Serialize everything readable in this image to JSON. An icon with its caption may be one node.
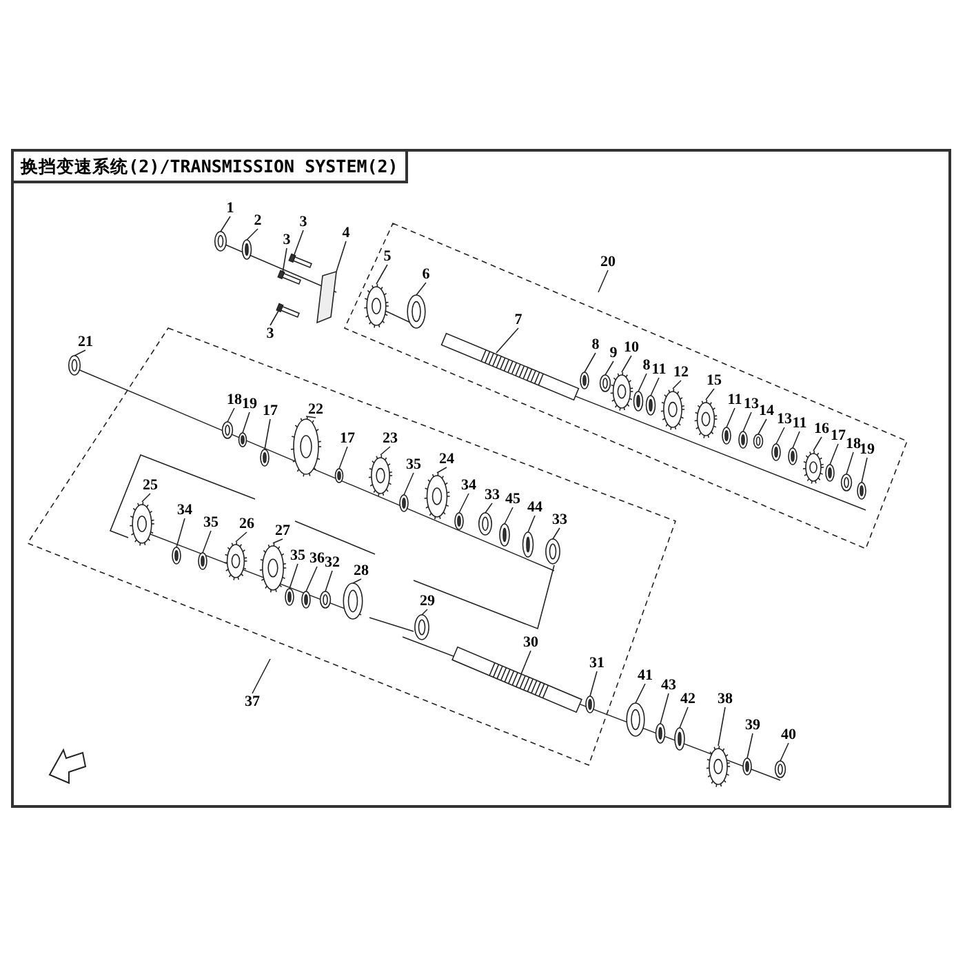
{
  "diagram": {
    "title": "换挡变速系统(2)/TRANSMISSION SYSTEM(2)",
    "nodes": [
      {
        "text": [
          "1"
        ]
      },
      {
        "text": [
          "2"
        ]
      },
      {
        "text": [
          "3"
        ]
      },
      {
        "text": [
          "3"
        ]
      },
      {
        "text": [
          "4"
        ]
      },
      {
        "text": [
          "3"
        ]
      },
      {
        "text": [
          "5"
        ]
      },
      {
        "text": [
          "6"
        ]
      },
      {
        "text": [
          "20"
        ]
      },
      {
        "text": [
          "7"
        ]
      },
      {
        "text": [
          "8"
        ]
      },
      {
        "text": [
          "9"
        ]
      },
      {
        "text": [
          "10"
        ]
      },
      {
        "text": [
          "8"
        ]
      },
      {
        "text": [
          "11"
        ]
      },
      {
        "text": [
          "12"
        ]
      },
      {
        "text": [
          "15"
        ]
      },
      {
        "text": [
          "11"
        ]
      },
      {
        "text": [
          "13"
        ]
      },
      {
        "text": [
          "14"
        ]
      },
      {
        "text": [
          "13"
        ]
      },
      {
        "text": [
          "11"
        ]
      },
      {
        "text": [
          "16"
        ]
      },
      {
        "text": [
          "17"
        ]
      },
      {
        "text": [
          "18"
        ]
      },
      {
        "text": [
          "19"
        ]
      },
      {
        "text": [
          "21"
        ]
      },
      {
        "text": [
          "18"
        ]
      },
      {
        "text": [
          "19"
        ]
      },
      {
        "text": [
          "17"
        ]
      },
      {
        "text": [
          "22"
        ]
      },
      {
        "text": [
          "17"
        ]
      },
      {
        "text": [
          "23"
        ]
      },
      {
        "text": [
          "35"
        ]
      },
      {
        "text": [
          "24"
        ]
      },
      {
        "text": [
          "34"
        ]
      },
      {
        "text": [
          "33"
        ]
      },
      {
        "text": [
          "45"
        ]
      },
      {
        "text": [
          "44"
        ]
      },
      {
        "text": [
          "33"
        ]
      },
      {
        "text": [
          "25"
        ]
      },
      {
        "text": [
          "34"
        ]
      },
      {
        "text": [
          "35"
        ]
      },
      {
        "text": [
          "26"
        ]
      },
      {
        "text": [
          "27"
        ]
      },
      {
        "text": [
          "35"
        ]
      },
      {
        "text": [
          "36"
        ]
      },
      {
        "text": [
          "32"
        ]
      },
      {
        "text": [
          "28"
        ]
      },
      {
        "text": [
          "29"
        ]
      },
      {
        "text": [
          "30"
        ]
      },
      {
        "text": [
          "31"
        ]
      },
      {
        "text": [
          "41"
        ]
      },
      {
        "text": [
          "43"
        ]
      },
      {
        "text": [
          "42"
        ]
      },
      {
        "text": [
          "38"
        ]
      },
      {
        "text": [
          "39"
        ]
      },
      {
        "text": [
          "40"
        ]
      },
      {
        "text": [
          "37"
        ]
      },
      {
        "text": [],
        "shape": "picture"
      },
      {
        "text": [],
        "shape": "circle"
      },
      {
        "text": [],
        "shape": "box"
      },
      {
        "text": [],
        "shape": "box"
      },
      {
        "text": [],
        "shape": "picture"
      },
      {
        "text": [],
        "shape": "box"
      },
      {
        "text": [],
        "shape": "picture"
      },
      {
        "text": [],
        "shape": "picture"
      },
      {
        "text": [],
        "shape": "picture"
      },
      {
        "text": [],
        "shape": "circle"
      },
      {
        "text": [],
        "shape": "picture"
      },
      {
        "text": [],
        "shape": "picture"
      },
      {
        "text": [],
        "shape": "circle"
      },
      {
        "text": [],
        "shape": "circle"
      },
      {
        "text": [],
        "shape": "picture"
      },
      {
        "text": [],
        "shape": "picture"
      },
      {
        "text": [],
        "shape": "circle"
      },
      {
        "text": [],
        "shape": "circle"
      },
      {
        "text": [],
        "shape": "picture"
      },
      {
        "text": [],
        "shape": "circle"
      },
      {
        "text": [],
        "shape": "circle"
      },
      {
        "text": [],
        "shape": "picture"
      },
      {
        "text": [],
        "shape": "circle"
      },
      {
        "text": [],
        "shape": "picture"
      },
      {
        "text": [],
        "shape": "circle"
      },
      {
        "text": [],
        "shape": "picture"
      },
      {
        "text": [],
        "shape": "picture"
      },
      {
        "text": [],
        "shape": "circle"
      },
      {
        "text": [],
        "shape": "circle"
      },
      {
        "text": [],
        "shape": "picture"
      },
      {
        "text": [],
        "shape": "circle"
      },
      {
        "text": [],
        "shape": "picture"
      },
      {
        "text": [],
        "shape": "circle"
      },
      {
        "text": [],
        "shape": "picture"
      },
      {
        "text": [],
        "shape": "circle"
      },
      {
        "text": [],
        "shape": "picture"
      },
      {
        "text": [],
        "shape": "circle"
      },
      {
        "text": [],
        "shape": "circle"
      },
      {
        "text": [],
        "shape": "picture"
      },
      {
        "text": [],
        "shape": "picture"
      },
      {
        "text": [],
        "shape": "circle"
      },
      {
        "text": [],
        "shape": "circle"
      },
      {
        "text": [],
        "shape": "picture"
      },
      {
        "text": [],
        "shape": "picture"
      },
      {
        "text": [],
        "shape": "circle"
      },
      {
        "text": [],
        "shape": "circle"
      },
      {
        "text": [],
        "shape": "picture"
      },
      {
        "text": [],
        "shape": "picture"
      },
      {
        "text": [],
        "shape": "picture"
      },
      {
        "text": [],
        "shape": "picture"
      },
      {
        "text": [],
        "shape": "circle"
      },
      {
        "text": [],
        "shape": "picture"
      },
      {
        "text": [],
        "shape": "circle"
      },
      {
        "text": [],
        "shape": "circle"
      },
      {
        "text": [],
        "shape": "picture"
      },
      {
        "text": [],
        "shape": "circle"
      },
      {
        "text": [],
        "shape": "picture"
      }
    ],
    "edges": [
      {
        "from": 0,
        "to": 59,
        "arrow": "none"
      },
      {
        "from": 1,
        "to": 60,
        "arrow": "none"
      },
      {
        "from": 2,
        "to": 61,
        "arrow": "none"
      },
      {
        "from": 3,
        "to": 62,
        "arrow": "none"
      },
      {
        "from": 4,
        "to": 63,
        "arrow": "none"
      },
      {
        "from": 5,
        "to": 64,
        "arrow": "none"
      },
      {
        "from": 6,
        "to": 65,
        "arrow": "none"
      },
      {
        "from": 7,
        "to": 66,
        "arrow": "none"
      },
      {
        "from": 8,
        "to": null,
        "arrow": "none"
      },
      {
        "from": 9,
        "to": 67,
        "arrow": "none"
      },
      {
        "from": 10,
        "to": 68,
        "arrow": "none"
      },
      {
        "from": 11,
        "to": 69,
        "arrow": "none"
      },
      {
        "from": 12,
        "to": 70,
        "arrow": "none"
      },
      {
        "from": 13,
        "to": 71,
        "arrow": "none"
      },
      {
        "from": 14,
        "to": 72,
        "arrow": "none"
      },
      {
        "from": 15,
        "to": 73,
        "arrow": "none"
      },
      {
        "from": 16,
        "to": 74,
        "arrow": "none"
      },
      {
        "from": 17,
        "to": 75,
        "arrow": "none"
      },
      {
        "from": 18,
        "to": 76,
        "arrow": "none"
      },
      {
        "from": 19,
        "to": 77,
        "arrow": "none"
      },
      {
        "from": 20,
        "to": 78,
        "arrow": "none"
      },
      {
        "from": 21,
        "to": 79,
        "arrow": "none"
      },
      {
        "from": 22,
        "to": 80,
        "arrow": "none"
      },
      {
        "from": 23,
        "to": 81,
        "arrow": "none"
      },
      {
        "from": 24,
        "to": 82,
        "arrow": "none"
      },
      {
        "from": 25,
        "to": 83,
        "arrow": "none"
      },
      {
        "from": 26,
        "to": 84,
        "arrow": "none"
      },
      {
        "from": 27,
        "to": 85,
        "arrow": "none"
      },
      {
        "from": 28,
        "to": 86,
        "arrow": "none"
      },
      {
        "from": 29,
        "to": 87,
        "arrow": "none"
      },
      {
        "from": 30,
        "to": 88,
        "arrow": "none"
      },
      {
        "from": 31,
        "to": 89,
        "arrow": "none"
      },
      {
        "from": 32,
        "to": 90,
        "arrow": "none"
      },
      {
        "from": 33,
        "to": 91,
        "arrow": "none"
      },
      {
        "from": 34,
        "to": 92,
        "arrow": "none"
      },
      {
        "from": 35,
        "to": 93,
        "arrow": "none"
      },
      {
        "from": 36,
        "to": 94,
        "arrow": "none"
      },
      {
        "from": 37,
        "to": 95,
        "arrow": "none"
      },
      {
        "from": 38,
        "to": 96,
        "arrow": "none"
      },
      {
        "from": 39,
        "to": 97,
        "arrow": "none"
      },
      {
        "from": 40,
        "to": 98,
        "arrow": "none"
      },
      {
        "from": 41,
        "to": 99,
        "arrow": "none"
      },
      {
        "from": 42,
        "to": 100,
        "arrow": "none"
      },
      {
        "from": 43,
        "to": 101,
        "arrow": "none"
      },
      {
        "from": 44,
        "to": 102,
        "arrow": "none"
      },
      {
        "from": 45,
        "to": 103,
        "arrow": "none"
      },
      {
        "from": 46,
        "to": 104,
        "arrow": "none"
      },
      {
        "from": 47,
        "to": 105,
        "arrow": "none"
      },
      {
        "from": 48,
        "to": 106,
        "arrow": "none"
      },
      {
        "from": 49,
        "to": 107,
        "arrow": "none"
      },
      {
        "from": 50,
        "to": 108,
        "arrow": "none"
      },
      {
        "from": 51,
        "to": 109,
        "arrow": "none"
      },
      {
        "from": 52,
        "to": 110,
        "arrow": "none"
      },
      {
        "from": 53,
        "to": 111,
        "arrow": "none"
      },
      {
        "from": 54,
        "to": 112,
        "arrow": "none"
      },
      {
        "from": 55,
        "to": 113,
        "arrow": "none"
      },
      {
        "from": 56,
        "to": 114,
        "arrow": "none"
      },
      {
        "from": 57,
        "to": 115,
        "arrow": "none"
      },
      {
        "from": 58,
        "to": null,
        "arrow": "none"
      }
    ]
  }
}
